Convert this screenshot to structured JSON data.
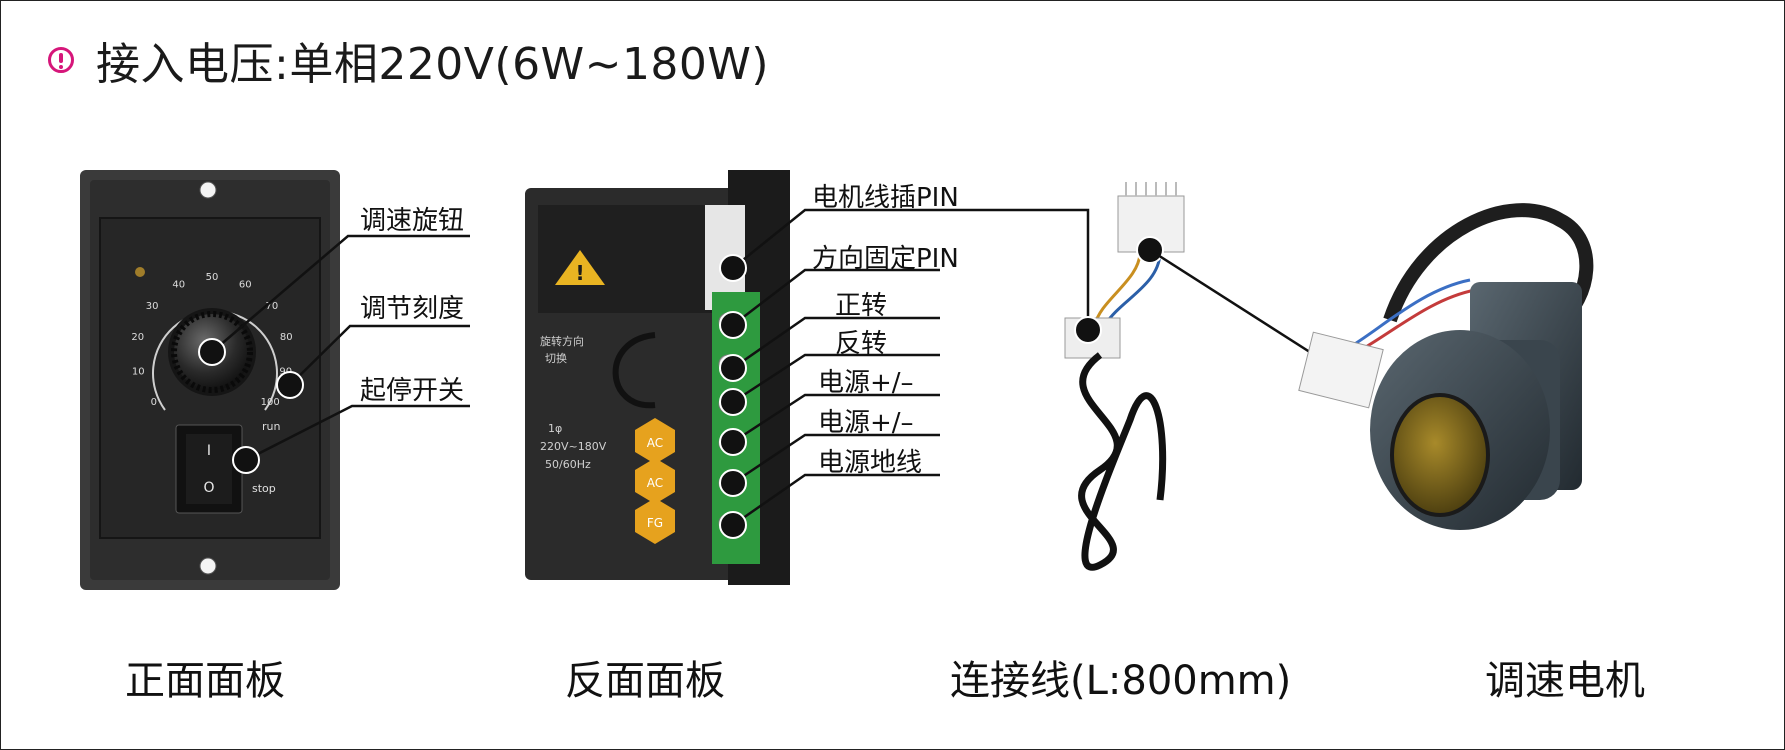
{
  "header": {
    "title": "接入电压:单相220V(6W~180W)",
    "icon": "exclamation-circle-icon",
    "icon_color": "#d6167a"
  },
  "front_panel": {
    "callouts": [
      "调速旋钮",
      "调节刻度",
      "起停开关"
    ],
    "dial_ticks": [
      "0",
      "10",
      "20",
      "30",
      "40",
      "50",
      "60",
      "70",
      "80",
      "90",
      "100"
    ],
    "dial_end_label": "run",
    "switch_symbols": [
      "I",
      "O"
    ],
    "switch_label": "stop",
    "caption": "正面面板"
  },
  "back_panel": {
    "callouts": [
      "电机线插PIN",
      "方向固定PIN",
      "正转",
      "反转",
      "电源+/–",
      "电源+/–",
      "电源地线"
    ],
    "label_lines": [
      "旋转方向",
      "切换",
      "1φ",
      "220V~180V",
      "50/60Hz"
    ],
    "terminals": [
      "AC",
      "AC",
      "FG"
    ],
    "caption": "反面面板"
  },
  "cable": {
    "caption": "连接线(L:800mm)"
  },
  "motor": {
    "caption": "调速电机"
  }
}
